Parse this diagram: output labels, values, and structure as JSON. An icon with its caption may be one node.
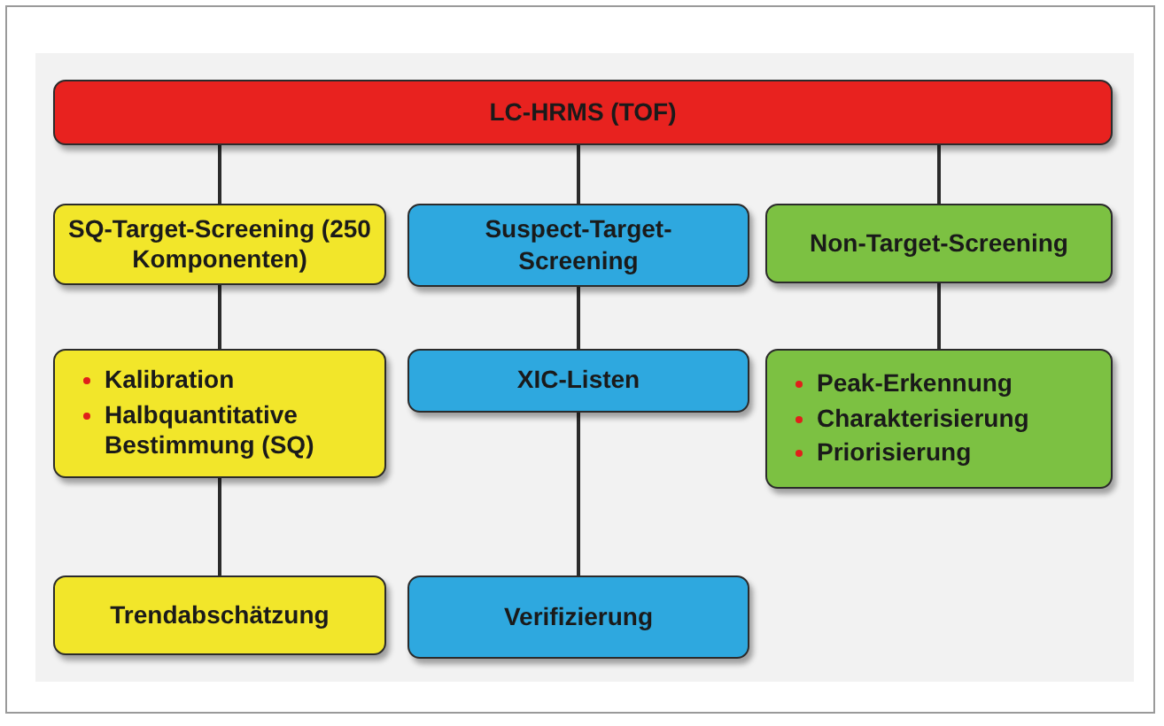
{
  "diagram": {
    "nodes": [
      {
        "text": [
          "LC-HRMS (TOF)"
        ]
      },
      {
        "text": [
          "SQ-Target-Screening (250 Komponenten)"
        ]
      },
      {
        "text": [
          "Suspect-Target-Screening"
        ]
      },
      {
        "text": [
          "Non-Target-Screening"
        ]
      },
      {
        "text": [
          "Kalibration",
          "Halbquantitative Bestimmung (SQ)"
        ]
      },
      {
        "text": [
          "XIC-Listen"
        ]
      },
      {
        "text": [
          "Peak-Erkennung",
          "Charakterisierung",
          "Priorisierung"
        ]
      },
      {
        "text": [
          "Trendabschätzung"
        ]
      },
      {
        "text": [
          "Verifizierung"
        ]
      }
    ],
    "edges": [
      {
        "from": 0,
        "to": 1,
        "arrow": "none"
      },
      {
        "from": 0,
        "to": 2,
        "arrow": "none"
      },
      {
        "from": 0,
        "to": 3,
        "arrow": "none"
      },
      {
        "from": 1,
        "to": 4,
        "arrow": "none"
      },
      {
        "from": 4,
        "to": 7,
        "arrow": "none"
      },
      {
        "from": 2,
        "to": 5,
        "arrow": "none"
      },
      {
        "from": 5,
        "to": 8,
        "arrow": "none"
      },
      {
        "from": 3,
        "to": 6,
        "arrow": "none"
      }
    ]
  }
}
